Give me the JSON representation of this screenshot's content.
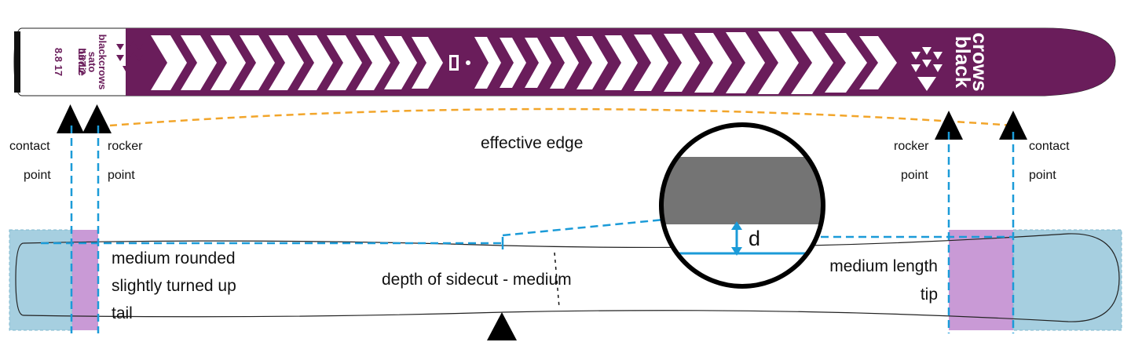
{
  "ski_graphic": {
    "brand_word_1": "black",
    "brand_word_2": "crows",
    "tail_model_line_1": "blackcrows",
    "tail_model_line_2": "sato",
    "tail_model_line_3": "birdie",
    "tail_specs_line_1": "167.2",
    "tail_specs_line_2": "8.8  17",
    "colors": {
      "topsheet": "#6a1d5b",
      "base": "#ffffff"
    }
  },
  "labels": {
    "contact_point_left_1": "contact",
    "contact_point_left_2": "point",
    "rocker_point_left_1": "rocker",
    "rocker_point_left_2": "point",
    "rocker_point_right_1": "rocker",
    "rocker_point_right_2": "point",
    "contact_point_right_1": "contact",
    "contact_point_right_2": "point",
    "effective_edge": "effective edge",
    "tail_1": "medium rounded",
    "tail_2": "slightly turned up",
    "tail_3": "tail",
    "sidecut": "depth of sidecut - medium",
    "tip_1": "medium length",
    "tip_2": "tip",
    "depth_letter": "d"
  },
  "colors": {
    "guide_blue": "#1b9bd8",
    "effective_edge_orange": "#f2a52a",
    "contact_zone": "#a6cfe0",
    "rocker_zone": "#c99ad6",
    "inset_fill": "#747474"
  }
}
